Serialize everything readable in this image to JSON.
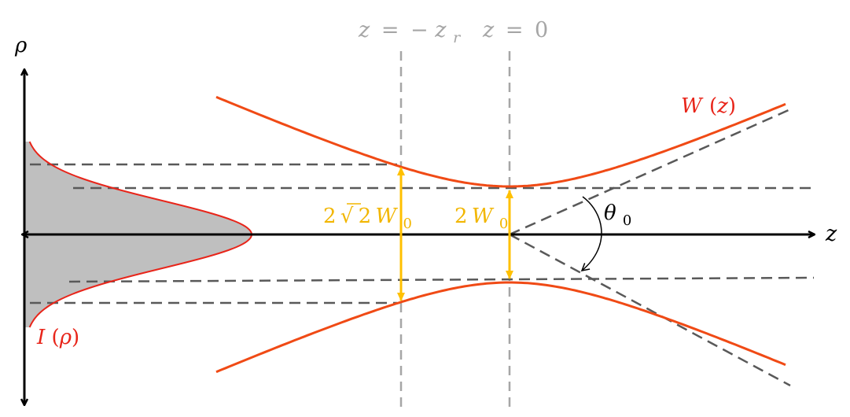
{
  "labels": {
    "z_neg_zr": {
      "lhs": "z",
      "eq": "=",
      "minus": "−",
      "z": "z",
      "sub": "r"
    },
    "z_zero": {
      "lhs": "z",
      "eq": "=",
      "rhs": "0"
    },
    "rho_axis": "ρ",
    "z_axis": "z",
    "w_of_z": {
      "name": "W",
      "arg": "z"
    },
    "i_of_rho": {
      "name": "I",
      "arg": "ρ"
    },
    "theta": {
      "name": "θ",
      "sub": "0"
    },
    "width_2w0": {
      "coef": "2",
      "name": "W",
      "sub": "0"
    },
    "width_2sqrt2w0": {
      "coef": "2",
      "root": "√",
      "radicand": "2",
      "name": "W",
      "sub": "0"
    }
  },
  "colors": {
    "beam": "#f04a15",
    "label_red": "#e8251a",
    "arrow_yellow": "#ffc000",
    "label_yellow": "#f2b600",
    "guide_gray": "#a6a6a6",
    "dash_dark": "#595959",
    "profile_fill": "#bfbfbf",
    "axis": "#000000"
  },
  "beam": {
    "waist_half_width": 61,
    "rayleigh_range": 139
  }
}
